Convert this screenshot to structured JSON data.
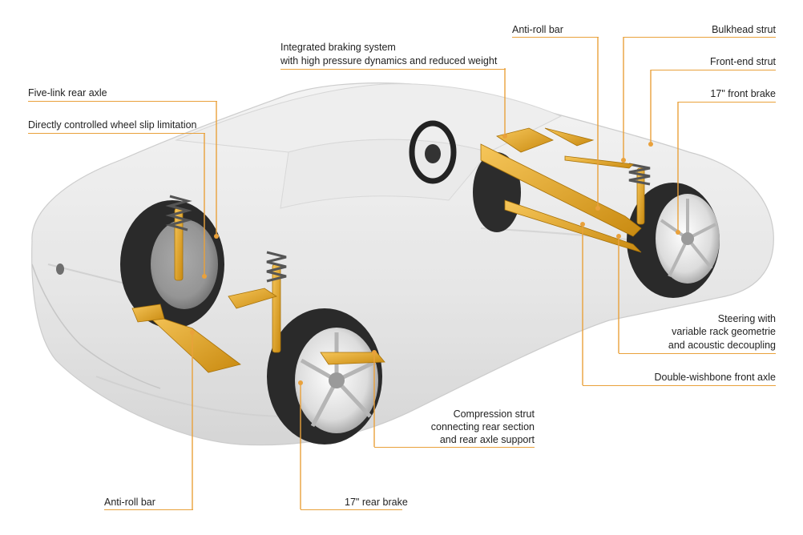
{
  "figure": {
    "accent_color": "#e9a13b",
    "component_color": "#e0a21a",
    "car_body_color": "#d9d9d9",
    "tyre_color": "#2a2a2a"
  },
  "labels": {
    "five_link_rear_axle": "Five-link rear axle",
    "wheel_slip": "Directly controlled wheel slip limitation",
    "braking_line1": "Integrated braking system",
    "braking_line2": "with high pressure dynamics and reduced weight",
    "anti_roll_front": "Anti-roll bar",
    "bulkhead_strut": "Bulkhead strut",
    "front_end_strut": "Front-end strut",
    "front_brake": "17\" front brake",
    "steering_line1": "Steering with",
    "steering_line2": "variable rack geometrie",
    "steering_line3": "and acoustic decoupling",
    "double_wishbone": "Double-wishbone front axle",
    "compression_line1": "Compression strut",
    "compression_line2": "connecting rear section",
    "compression_line3": "and rear axle support",
    "anti_roll_rear": "Anti-roll bar",
    "rear_brake": "17\" rear brake"
  }
}
